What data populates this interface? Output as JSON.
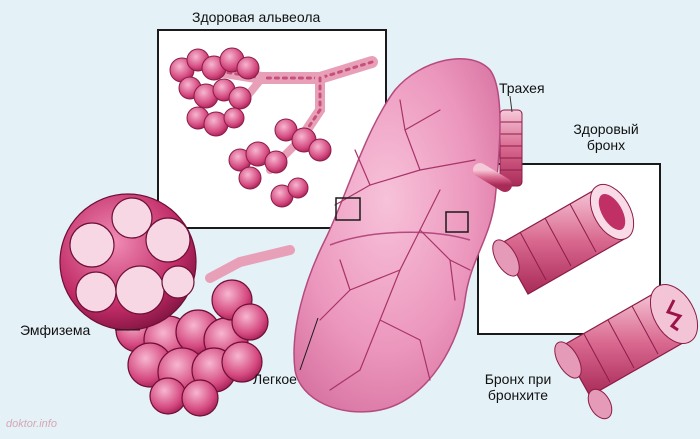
{
  "labels": {
    "healthy_alveolus": "Здоровая альвеола",
    "trachea": "Трахея",
    "healthy_bronchus_line1": "Здоровый",
    "healthy_bronchus_line2": "бронх",
    "emphysema": "Эмфизема",
    "lung": "Легкое",
    "bronchitis_line1": "Бронх при",
    "bronchitis_line2": "бронхите"
  },
  "watermark": "doktor.info",
  "colors": {
    "background": "#e4f1f7",
    "lung_pink": "#ef9fc0",
    "tissue_magenta": "#c8336f",
    "tissue_light": "#f3b3cd",
    "frame": "#1a1a1a"
  }
}
